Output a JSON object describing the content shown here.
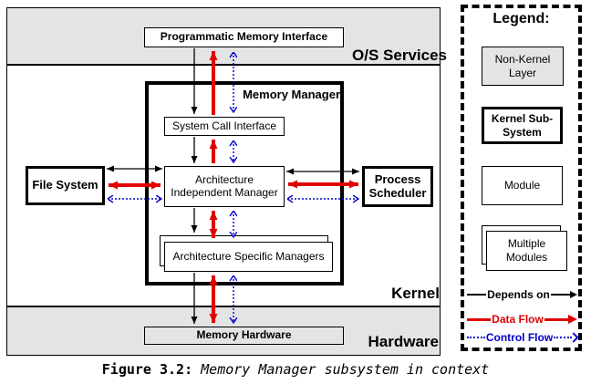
{
  "figure": {
    "caption_prefix": "Figure 3.2:",
    "caption_text": "Memory Manager subsystem in context"
  },
  "layers": {
    "os_services": "O/S Services",
    "kernel": "Kernel",
    "hardware": "Hardware"
  },
  "nodes": {
    "programmatic_memory_interface": "Programmatic Memory Interface",
    "memory_manager": "Memory Manager",
    "system_call_interface": "System Call Interface",
    "architecture_independent_manager": "Architecture Independent Manager",
    "architecture_specific_managers": "Architecture Specific Managers",
    "file_system": "File System",
    "process_scheduler": "Process Scheduler",
    "memory_hardware": "Memory Hardware"
  },
  "legend": {
    "title": "Legend:",
    "non_kernel_layer": "Non-Kernel Layer",
    "kernel_subsystem": "Kernel Sub-System",
    "module": "Module",
    "multiple_modules": "Multiple Modules",
    "depends_on": "Depends on",
    "data_flow": "Data Flow",
    "control_flow": "Control Flow"
  },
  "colors": {
    "depends_on": "#000000",
    "data_flow": "#e00000",
    "control_flow": "#0000cc",
    "non_kernel_fill": "#e4e4e4"
  },
  "connections": [
    {
      "from": "programmatic_memory_interface",
      "to": "system_call_interface",
      "types": [
        "depends_on",
        "data_flow",
        "control_flow"
      ]
    },
    {
      "from": "system_call_interface",
      "to": "architecture_independent_manager",
      "types": [
        "depends_on",
        "data_flow",
        "control_flow"
      ]
    },
    {
      "from": "architecture_independent_manager",
      "to": "architecture_specific_managers",
      "types": [
        "depends_on",
        "data_flow",
        "control_flow"
      ]
    },
    {
      "from": "architecture_specific_managers",
      "to": "memory_hardware",
      "types": [
        "depends_on",
        "data_flow",
        "control_flow"
      ]
    },
    {
      "from": "file_system",
      "to": "architecture_independent_manager",
      "types": [
        "depends_on",
        "data_flow",
        "control_flow"
      ]
    },
    {
      "from": "architecture_independent_manager",
      "to": "process_scheduler",
      "types": [
        "depends_on",
        "data_flow",
        "control_flow"
      ]
    }
  ]
}
